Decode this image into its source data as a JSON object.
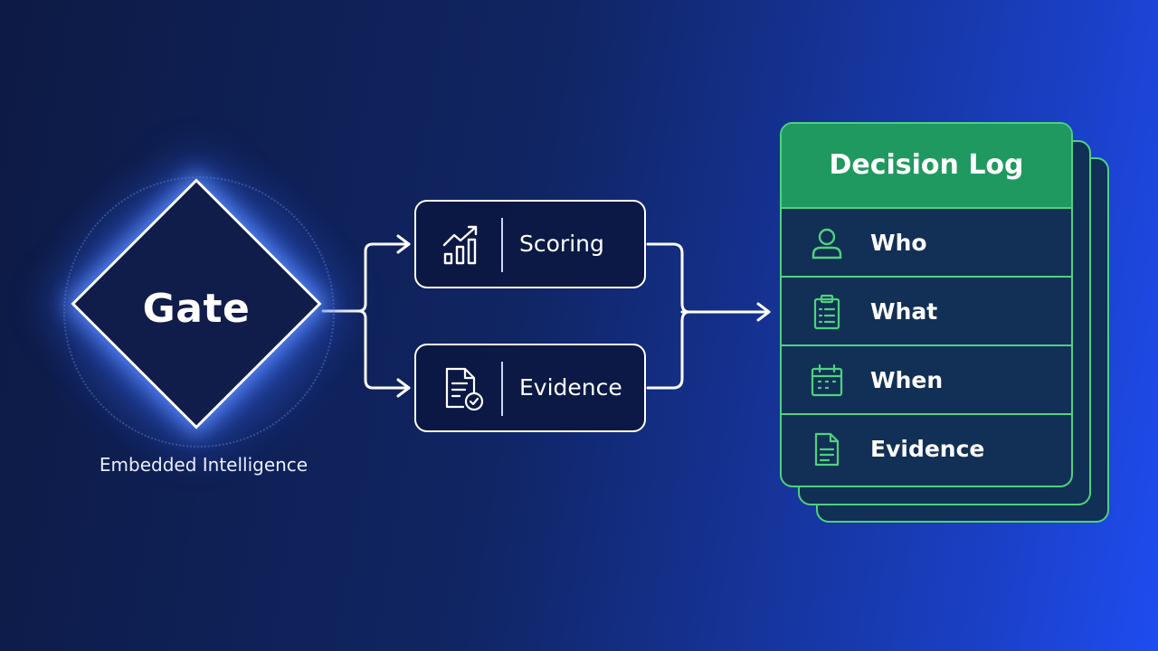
{
  "gate": {
    "label": "Gate",
    "caption": "Embedded Intelligence"
  },
  "branches": [
    {
      "label": "Scoring",
      "icon": "bar-chart-trend-icon"
    },
    {
      "label": "Evidence",
      "icon": "document-check-icon"
    }
  ],
  "decision_log": {
    "title": "Decision Log",
    "rows": [
      {
        "label": "Who",
        "icon": "user-icon"
      },
      {
        "label": "What",
        "icon": "clipboard-list-icon"
      },
      {
        "label": "When",
        "icon": "calendar-icon"
      },
      {
        "label": "Evidence",
        "icon": "document-icon"
      }
    ]
  },
  "colors": {
    "accent_green": "#4ed27f",
    "header_green": "#1f9960",
    "glow_blue": "#4678ff"
  }
}
